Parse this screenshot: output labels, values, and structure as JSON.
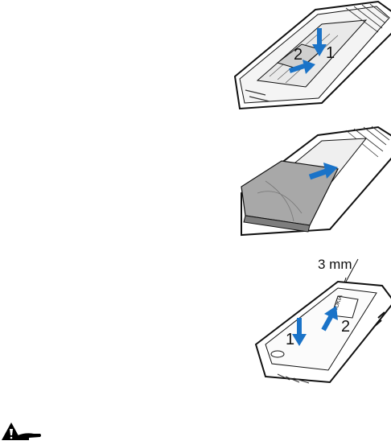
{
  "figures": [
    {
      "step_labels": [
        "1",
        "2"
      ]
    },
    {
      "step_labels": []
    },
    {
      "step_labels": [
        "1",
        "2"
      ],
      "dimension_label": "3 mm",
      "brand_mark": "NOKIA"
    }
  ],
  "warning_icon": "warning-hand-icon",
  "colors": {
    "arrow": "#1a73c8",
    "line": "#111111"
  }
}
